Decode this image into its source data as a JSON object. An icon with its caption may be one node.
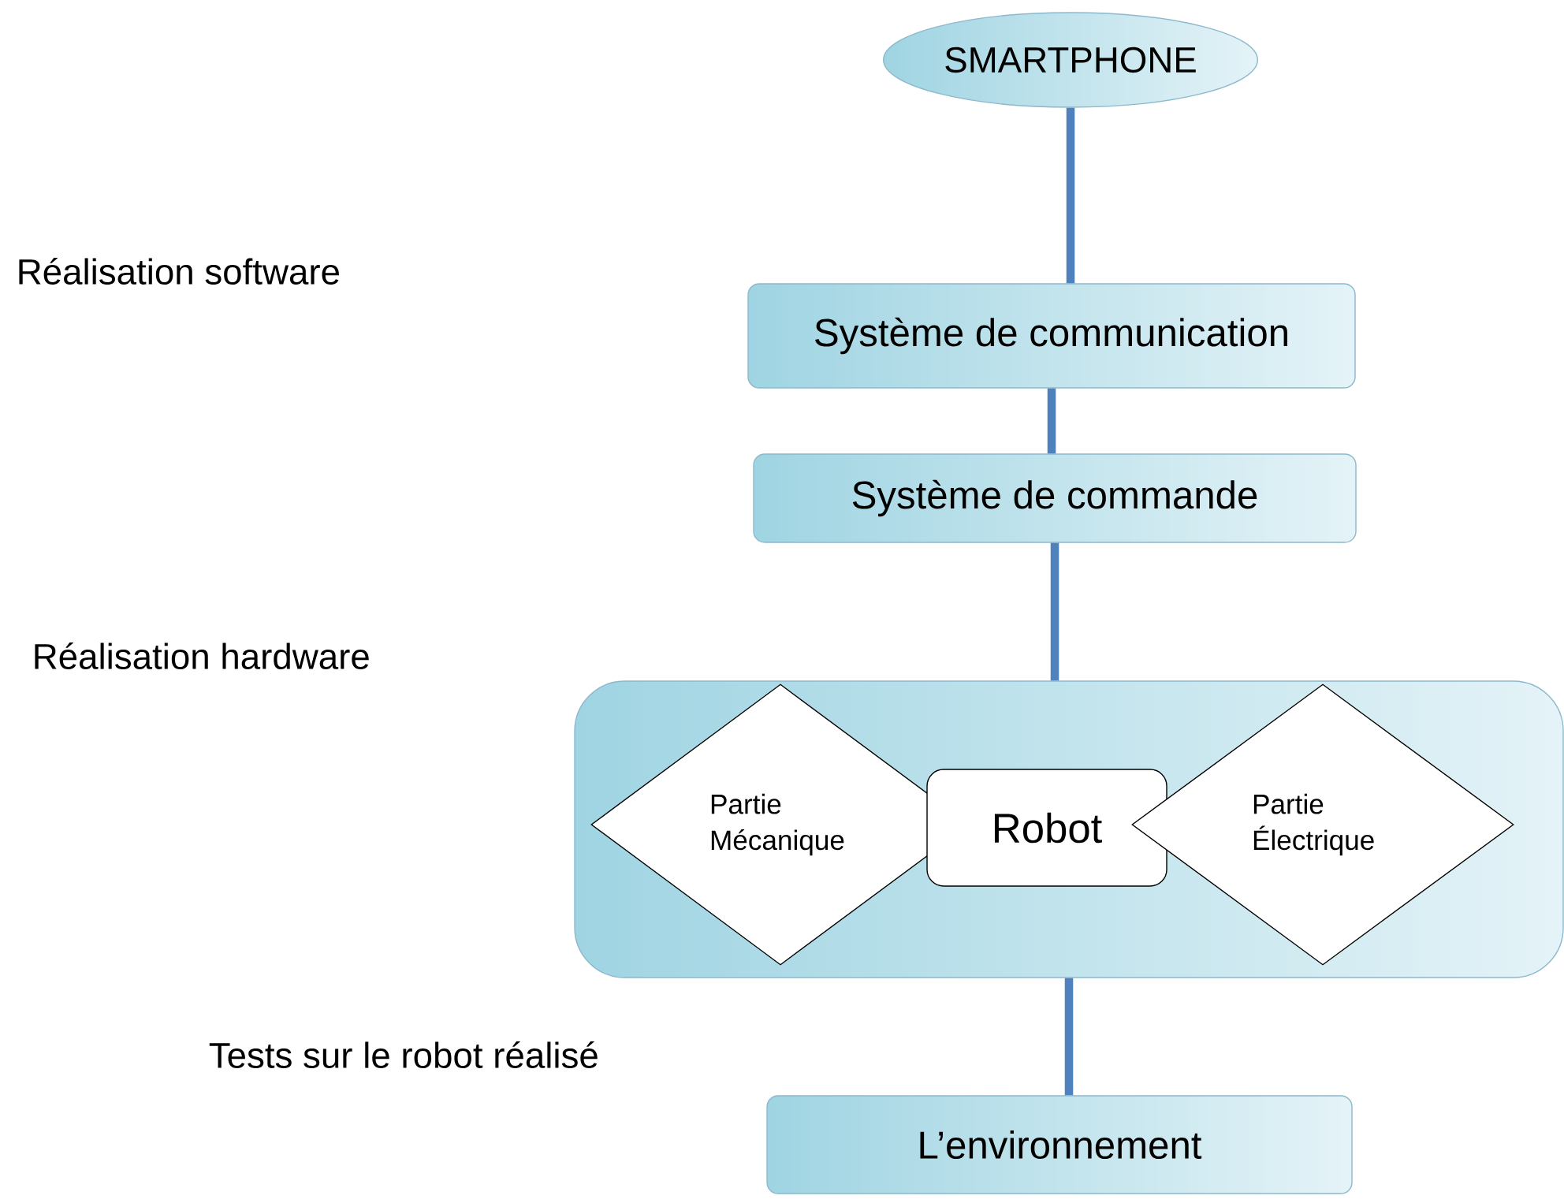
{
  "diagram": {
    "nodes": [
      {
        "text": [
          "SMARTPHONE"
        ]
      },
      {
        "text": [
          "Système de communication"
        ]
      },
      {
        "text": [
          "Système de commande"
        ]
      },
      {
        "text": [],
        "shape": "box"
      },
      {
        "text": [
          "Partie Mécanique"
        ],
        "in": 3
      },
      {
        "text": [
          "Robot"
        ],
        "in": 3
      },
      {
        "text": [
          "Partie Électrique"
        ],
        "in": 3
      },
      {
        "text": [
          "L’environnement"
        ]
      }
    ],
    "edges": [
      {
        "from": 0,
        "to": 1,
        "arrow": "none"
      },
      {
        "from": 1,
        "to": 2,
        "arrow": "none"
      },
      {
        "from": 2,
        "to": 3,
        "arrow": "none"
      },
      {
        "from": 3,
        "to": 7,
        "arrow": "none"
      }
    ],
    "labels": [
      "Réalisation software",
      "Réalisation hardware",
      "Tests sur le robot réalisé"
    ]
  }
}
